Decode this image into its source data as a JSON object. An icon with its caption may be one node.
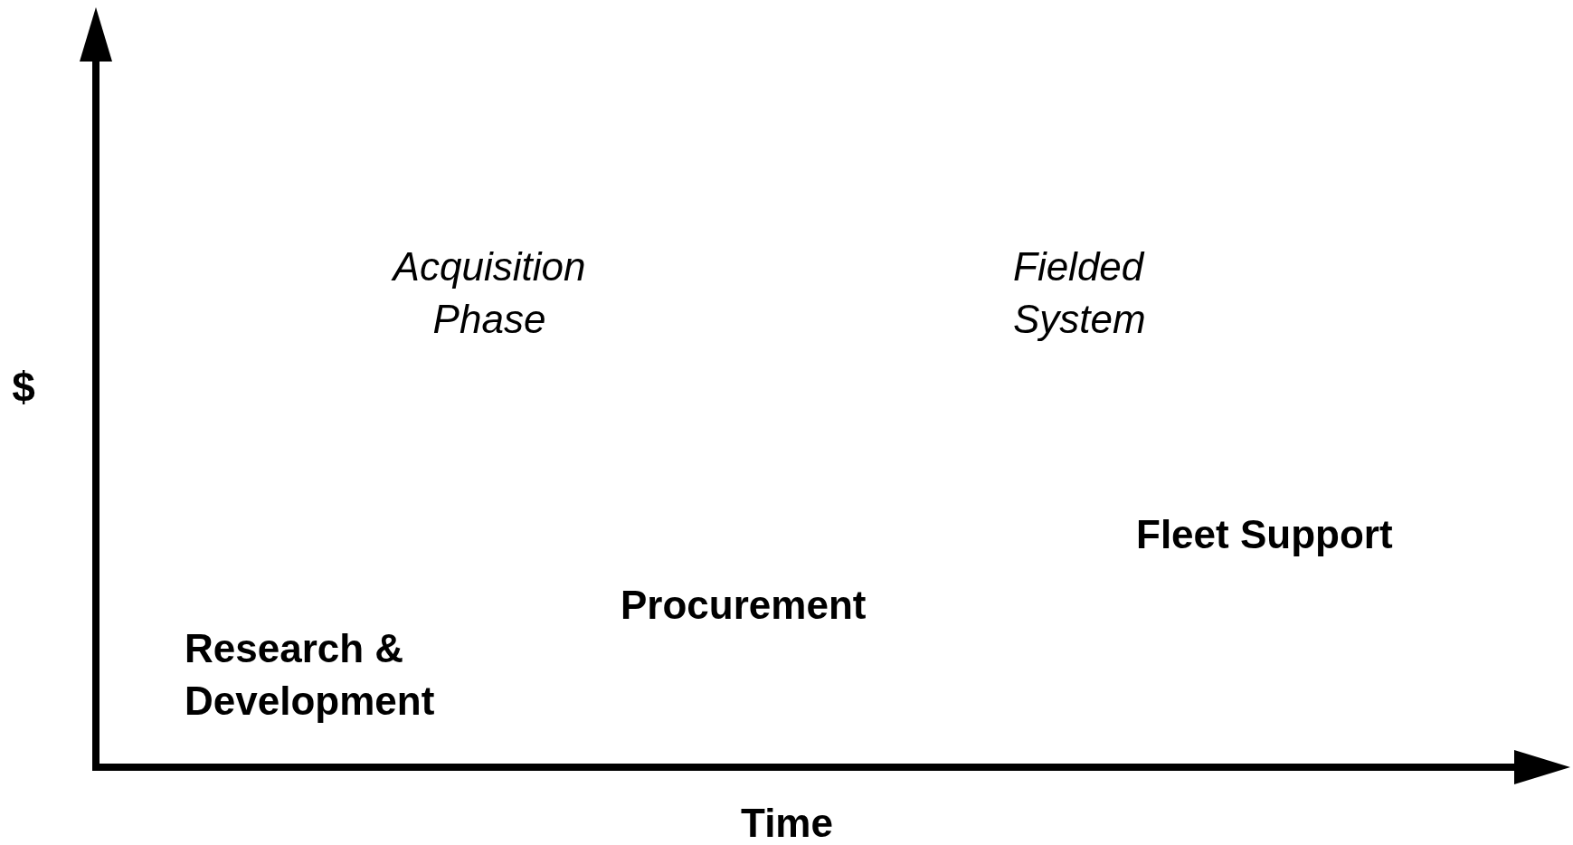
{
  "diagram": {
    "labels": [
      "$",
      "Acquisition Phase",
      "Fielded System",
      "Fleet Support",
      "Procurement",
      "Research & Development",
      "Time"
    ]
  }
}
